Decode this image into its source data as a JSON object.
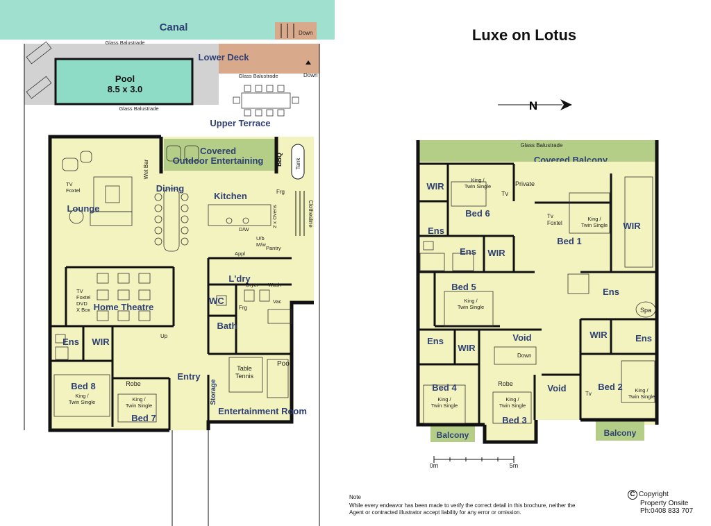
{
  "title": "Luxe on Lotus",
  "ground_floor": {
    "outside": {
      "canal": "Canal",
      "lower_deck": "Lower Deck",
      "pool": "Pool",
      "pool_size": "8.5 x 3.0",
      "upper_terrace": "Upper Terrace",
      "glass_balustrade": "Glass Balustrade",
      "down": "Down",
      "clothesline": "Clothesline",
      "tank": "Tank",
      "bbq": "BBQ",
      "covered_outdoor_1": "Covered",
      "covered_outdoor_2": "Outdoor Entertaining",
      "wet_bar": "Wet Bar"
    },
    "rooms": {
      "lounge": "Lounge",
      "dining": "Dining",
      "kitchen": "Kitchen",
      "home_theatre": "Home Theatre",
      "laundry": "L'dry",
      "wc": "WC",
      "bath": "Bath",
      "ens": "Ens",
      "wir": "WIR",
      "bed8": "Bed 8",
      "bed7": "Bed 7",
      "entry": "Entry",
      "storage": "Storage",
      "entertainment": "Entertainment Room",
      "table_tennis_1": "Table",
      "table_tennis_2": "Tennis",
      "pool_table": "Pool",
      "robe": "Robe"
    },
    "fixtures": {
      "tv_foxtel": [
        "TV",
        "Foxtel"
      ],
      "ht_tv": [
        "TV",
        "Foxtel",
        "DVD",
        "X Box"
      ],
      "frg": "Frg",
      "ovens": "2 x Ovens",
      "dw": "D/W",
      "ub_mw": [
        "U/b",
        "M/w"
      ],
      "pantry": "Pantry",
      "appl": "Appl",
      "dryer": "Dryer",
      "wash": "Wash",
      "vac": "Vac",
      "up": "Up",
      "king_twin": [
        "King /",
        "Twin Single"
      ]
    }
  },
  "upper_floor": {
    "glass_balustrade": "Glass Balustrade",
    "covered_balcony": "Covered Balcony",
    "rooms": {
      "wir": "WIR",
      "bed6": "Bed 6",
      "private": "Private",
      "tv": "Tv",
      "bed1": "Bed 1",
      "tv_foxtel": [
        "Tv",
        "Foxtel"
      ],
      "ens": "Ens",
      "bed5": "Bed 5",
      "spa": "Spa",
      "void": "Void",
      "bed4": "Bed 4",
      "bed3": "Bed 3",
      "bed2": "Bed 2",
      "robe": "Robe",
      "balcony": "Balcony",
      "down": "Down",
      "king_twin": [
        "King /",
        "Twin Single"
      ]
    }
  },
  "scale": {
    "start": "0m",
    "end": "5m"
  },
  "compass": "N",
  "note": {
    "heading": "Note",
    "body": "While every endeavor has been made to verify the correct detail in this brochure, neither the Agent or contracted illustrator accept liability for any error or omission."
  },
  "copyright": {
    "symbol": "C",
    "line1": "Copyright",
    "line2": "Property Onsite",
    "line3": "Ph:0408 833 707"
  },
  "colors": {
    "canal": "#9fe0cf",
    "pool": "#8fdcc6",
    "deck": "#d8a98a",
    "paving": "#d2d2d2",
    "floor": "#f3f3bf",
    "covered": "#b4ce87",
    "label": "#2e3f73"
  }
}
